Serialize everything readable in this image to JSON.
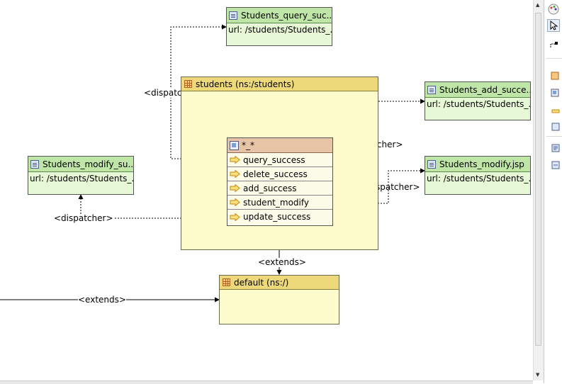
{
  "pages": {
    "query": {
      "title": "Students_query_suc...",
      "url": "url: /students/Students_..."
    },
    "add": {
      "title": "Students_add_succe...",
      "url": "url: /students/Students_..."
    },
    "modify_su": {
      "title": "Students_modify_su...",
      "url": "url: /students/Students_..."
    },
    "modify_jsp": {
      "title": "Students_modify.jsp",
      "url": "url: /students/Students_..."
    }
  },
  "packages": {
    "students": {
      "title": "students (ns:/students)"
    },
    "default": {
      "title": "default (ns:/)"
    }
  },
  "action": {
    "title": "*_*",
    "results": [
      "query_success",
      "delete_success",
      "add_success",
      "student_modify",
      "update_success"
    ]
  },
  "labels": {
    "dispatcher": "<dispatcher>",
    "extends": "<extends>"
  },
  "palette": [
    "palette-icon",
    "select-icon",
    "connection-icon",
    "package-icon",
    "action-icon",
    "result-icon",
    "page-icon",
    "link-icon"
  ]
}
